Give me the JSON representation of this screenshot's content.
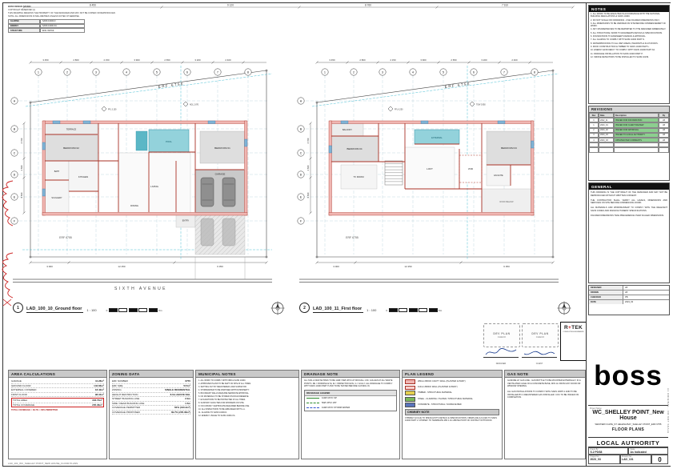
{
  "sheet": {
    "footer": "LAD_101_WC_SHELLEY POINT_NEW HOUSE_FLOOR PLANS",
    "edge_note": "A1 ORIGINAL - DO NOT SCALE",
    "top_dims": [
      "8 450",
      "9 120",
      "8 760",
      "7 910"
    ],
    "corner": {
      "lines": [
        "BOSS DESIGN STUDIO",
        "COPYRIGHT RESERVED (c)",
        "THIS DRAWING REMAINS THE PROPERTY OF THE DESIGNER AND MAY NOT BE COPIED OR REPRODUCED.",
        "NOTE: ALL DIMENSIONS IN MILLIMETRES UNLESS NOTED OTHERWISE."
      ],
      "table": [
        [
          "GLAZING",
          "SANS 10400-N"
        ],
        [
          "ENERGY",
          "SANS 10400-XA"
        ],
        [
          "STRUCTURE",
          "ENG. DETAIL"
        ]
      ]
    }
  },
  "plans": [
    {
      "number": "1",
      "title": "LAD_100_10_Ground floor",
      "scale": "1 : 100",
      "erf_boundary": "ERF 6756",
      "erf_site": "ERF 6755",
      "street": "SIXTH AVENUE",
      "grid_top": [
        "1",
        "2",
        "3",
        "4",
        "5",
        "6",
        "7",
        "8"
      ],
      "grid_side": [
        "A",
        "B",
        "C",
        "D",
        "E",
        "F"
      ],
      "dims_top": [
        "3 450",
        "2 800",
        "4 150",
        "3 900",
        "2 650",
        "3 200",
        "2 400"
      ],
      "dims_bottom": [
        "3 000",
        "12 250",
        "6 350"
      ],
      "dims_side": [
        "4 700",
        "2 500",
        "6 500"
      ],
      "levels": [
        "FFL 3.150",
        "NGL 2.870"
      ],
      "rooms": {
        "terrace": "TERRACE",
        "bed2": "BEDROOM 02",
        "bath": "BATH",
        "scullery": "SCULLERY",
        "kitchen": "KITCHEN",
        "dining": "DINING",
        "living": "LIVING",
        "pool": "POOL",
        "bed1": "BEDROOM 01",
        "garage": "GARAGE",
        "entry": "ENTRY"
      }
    },
    {
      "number": "2",
      "title": "LAD_100_11_First floor",
      "scale": "1 : 100",
      "erf_boundary": "ERF 6756",
      "erf_site": "ERF 6755",
      "grid_top": [
        "1",
        "2",
        "3",
        "4",
        "5",
        "6",
        "7",
        "8"
      ],
      "grid_side": [
        "A",
        "B",
        "C",
        "D",
        "E",
        "F"
      ],
      "dims_top": [
        "3 450",
        "2 800",
        "4 150",
        "3 900",
        "2 650",
        "3 200",
        "2 400"
      ],
      "dims_bottom": [
        "3 000",
        "12 250",
        "6 350"
      ],
      "dims_side": [
        "4 700",
        "2 500",
        "6 500"
      ],
      "levels": [
        "FFL 6.250",
        "TOW 5.950"
      ],
      "rooms": {
        "balcony": "BALCONY",
        "bed4": "BEDROOM 04",
        "external": "EXTERNAL",
        "tv": "TV ROOM",
        "loft": "LOFT",
        "void": "VOID",
        "bed3": "BEDROOM 03",
        "ens3": "EN-SUITE",
        "roof": "ROOF BELOW"
      }
    }
  ],
  "scalebar": {
    "start": "0",
    "end": "5m"
  },
  "notes_panel": {
    "title": "NOTES",
    "items": [
      "1. ALL WORK TO BE EXECUTED IN ACCORDANCE WITH THE NATIONAL BUILDING REGULATIONS & SANS 10400.",
      "2. DO NOT SCALE OFF DRAWINGS - USE FIGURED DIMENSIONS ONLY.",
      "3. ALL DIMENSIONS TO BE VERIFIED ON SITE BEFORE COMMENCEMENT OF WORK.",
      "4. ANY DISCREPANCIES TO BE REPORTED TO THE DESIGNER IMMEDIATELY.",
      "5. ALL STRUCTURAL WORK TO ENGINEER'S DETAILS & SPECIFICATIONS.",
      "6. FOUNDATIONS TO ENGINEER'S DESIGN & APPROVAL.",
      "7. ALL GLAZING TO COMPLY WITH SANS 10400 PART N.",
      "8. WATERPROOFING TO ALL WET AREAS, PARAPETS & FLAT ROOFS.",
      "9. ROOF CONSTRUCTION & TIMBER TO SANS 10400 PART L.",
      "10. ENERGY EFFICIENCY TO COMPLY WITH SANS 10400 PART XA.",
      "11. DRAINAGE INSTALLATION TO SANS 10400 PART P.",
      "12. SMOKE DETECTORS TO BE INSTALLED TO SANS 10139."
    ]
  },
  "revisions": {
    "title": "REVISIONS",
    "columns": [
      "Rev",
      "Date",
      "Description",
      "By"
    ],
    "rows": [
      [
        "0",
        "2022_11",
        "ISSUED FOR INFORMATION",
        "LB"
      ],
      [
        "1",
        "2023_01",
        "ISSUED FOR CLIENT REVIEW",
        "LB"
      ],
      [
        "2",
        "2023_02",
        "ISSUED FOR APPROVAL",
        "LB"
      ],
      [
        "3",
        "2023_03",
        "ISSUED TO LOCAL AUTHORITY",
        "LB"
      ],
      [
        "4",
        "2023_03",
        "UPDATED PER COMMENTS",
        "LB"
      ]
    ]
  },
  "general": {
    "title": "GENERAL",
    "paragraphs": [
      "THIS DRAWING IS THE COPYRIGHT OF THE DESIGNER AND MAY NOT BE REPRODUCED WITHOUT WRITTEN CONSENT.",
      "THE CONTRACTOR SHALL VERIFY ALL LEVELS, DIMENSIONS AND SERVICES ON SITE BEFORE COMMENCING WORK.",
      "ALL MATERIALS AND WORKMANSHIP TO COMPLY WITH THE RELEVANT SANS CODES AND MANUFACTURERS' SPECIFICATIONS.",
      "FIGURED DIMENSIONS TAKE PRECEDENCE OVER SCALED DIMENSIONS."
    ]
  },
  "info_rows": [
    [
      "DESIGNED",
      "LB"
    ],
    [
      "DRAWN",
      "LB"
    ],
    [
      "CHECKED",
      "PB"
    ],
    [
      "DATE",
      "2023_03"
    ]
  ],
  "firm": {
    "logo": "boss"
  },
  "titleblock": {
    "project_label": "Project Name:",
    "project_name": "WC_SHELLEY POINT_New House",
    "project_sub": "WESTERN CAPE_ST HELENA BAY_SHELLEY POINT_ERF 6755",
    "sheet_name": "FLOOR PLANS",
    "authority": "LOCAL AUTHORITY",
    "drawn_label": "Drawn By:",
    "drawn": "S.2 P0/38",
    "scale_label": "Scale:",
    "scale": "As Indicated",
    "projno_label": "Project No:",
    "projno": "2023_03",
    "dwgno_label": "Drawing No:",
    "dwgno": "LAD_101",
    "rev_label": "Rev:",
    "rev": "0"
  },
  "panels": {
    "area": {
      "title": "AREA CALCULATIONS",
      "rows": [
        [
          "GARAGE",
          "44.28m²"
        ],
        [
          "GROUND FLOOR",
          "142.66m²"
        ],
        [
          "EXTERNAL COVERED",
          "18.42m²"
        ],
        [
          "FIRST FLOOR",
          "98.34m²"
        ],
        [
          "TOTAL AREA",
          "303.70m²"
        ],
        [
          "TOTAL COVERAGE",
          "205.36m²"
        ]
      ],
      "note": "TOTAL COVERAGE = 39.7% < 60% PERMITTED"
    },
    "zoning": {
      "title": "ZONING DATA",
      "rows": [
        [
          "ERF NUMBER",
          "6755"
        ],
        [
          "ERF SIZE",
          "517m²"
        ],
        [
          "ZONING",
          "SINGLE RESIDENTIAL"
        ],
        [
          "HEIGHT RESTRICTION",
          "8.0m ABOVE NGL"
        ],
        [
          "STREET BUILDING LINE",
          "2.0m"
        ],
        [
          "SIDE / REAR BUILDING LINE",
          "1.5m"
        ],
        [
          "COVERAGE PERMITTED",
          "60% (310.2m²)"
        ],
        [
          "COVERAGE PROPOSED",
          "39.7% (205.36m²)"
        ]
      ]
    },
    "municipal": {
      "title": "MUNICIPAL NOTES",
      "items": [
        "1. ALL WORK TO COMPLY WITH NBR & SANS 10400.",
        "2. APPROVED PLANS TO BE KEPT ON SITE AT ALL TIMES.",
        "3. SETTING OUT BY REGISTERED LAND SURVEYOR.",
        "4. STORMWATER TO BE DISPOSED WITHIN PROPERTY.",
        "5. BOUNDARY WALLS REQUIRE SEPARATE APPROVAL.",
        "6. NO MATERIALS TO BE STORED ON ROAD RESERVE.",
        "7. EXCAVATIONS TO BE PROTECTED AT ALL TIMES.",
        "8. SANITARY FACILITIES FOR WORKERS ON SITE.",
        "9. OCCUPANCY CERTIFICATE REQUIRED BEFORE USE.",
        "10. ALL INSPECTIONS TO BE ARRANGED WITH L.A.",
        "11. GLAZING TO SANS 10400-N.",
        "12. ENERGY USAGE TO SANS 10400-XA."
      ]
    },
    "drainage": {
      "title": "DRAINAGE NOTE",
      "text": "ALL SOIL & WASTE PIPES TO BE 110Ø / 50Ø UPVC AT MIN FALL 1:60. GULLIES AT ALL WASTE POINTS. RE = RODDING EYE, IE = INSPECTION EYE, G = GULLY. ALL DRAINAGE TO COMPLY WITH SANS 10400 PART P AND TO BE TESTED BEFORE CLOSING IN.",
      "legend_title": "DRAINAGE LEGEND",
      "legend": [
        {
          "label": "110Ø UPVC SP"
        },
        {
          "label": "50Ø UPVC WP"
        },
        {
          "label": "110Ø UPVC STORM WATER"
        }
      ]
    },
    "legend": {
      "title": "PLAN LEGEND",
      "entries": [
        "280mm BRICK CAVITY WALL (PLASTER & PAINT)",
        "110mm BRICK WALL (PLASTER & PAINT)",
        "TIMBER - STRUCTURAL MATERIAL",
        "STEEL - CLADDING / PLATED / STRUCTURAL MATERIAL",
        "CONCRETE - STRUCTURAL / SURFACE BED"
      ],
      "chimney_title": "CHIMNEY NOTE",
      "chimney_text": "CHIMNEY & FLUE TO SPECIALIST'S DETAILS & SPECIFICATIONS. FIREPLACE & FLUES TO SANS 10400 PART V. CHIMNEY TO TERMINATE MIN 1.0m ABOVE POINT OF CONTACT WITH ROOF."
    },
    "gas": {
      "title": "GAS NOTE",
      "paragraphs": [
        "GASFIRE LP GAS LINE - GAS BOTTLE TO BE MOUNTED EXTERNALLY IN A VENTILATED CAGE ON A CONCRETE BASE, MIN 1m FROM ANY DOOR OR WINDOW OPENING.",
        "ALL GAS INSTALLATIONS TO COMPLY WITH SANS 10087-1 AND TO BE INSTALLED BY A REGISTERED GAS INSTALLER. COC TO BE ISSUED ON COMPLETION."
      ]
    }
  },
  "stamps": {
    "stamp1": [
      "DEV PLAN",
      "CHECK"
    ],
    "stamp2": [
      "DEV PLAN",
      "CHECK"
    ],
    "rtek": {
      "parts": [
        "R",
        "+",
        "TEK"
      ],
      "sub": "CONSULTING ENGINEERS"
    },
    "sig1_label": "DESIGNER",
    "sig2_label": "CLIENT"
  }
}
